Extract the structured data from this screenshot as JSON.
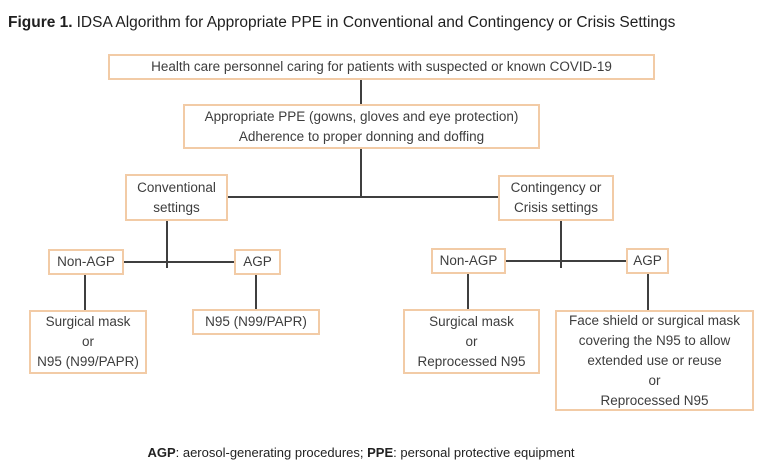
{
  "title": {
    "prefix": "Figure 1.",
    "text": "IDSA Algorithm for Appropriate PPE in Conventional and Contingency or Crisis Settings"
  },
  "flowchart": {
    "root": "Health care personnel caring for patients with suspected or known COVID-19",
    "ppe": "Appropriate PPE (gowns, gloves and eye protection)\nAdherence to proper donning and doffing",
    "conventional": "Conventional\nsettings",
    "contingency": "Contingency or\nCrisis settings",
    "conv_non_agp": "Non-AGP",
    "conv_agp": "AGP",
    "cont_non_agp": "Non-AGP",
    "cont_agp": "AGP",
    "conv_non_agp_result": "Surgical mask\nor\nN95 (N99/PAPR)",
    "conv_agp_result": "N95 (N99/PAPR)",
    "cont_non_agp_result": "Surgical mask\nor\nReprocessed N95",
    "cont_agp_result": "Face shield or surgical mask\ncovering the N95 to allow\nextended use or reuse\nor\nReprocessed N95"
  },
  "footnote": {
    "agp_abbr": "AGP",
    "agp_text": ": aerosol-generating procedures; ",
    "ppe_abbr": "PPE",
    "ppe_text": ": personal protective equipment"
  },
  "colors": {
    "box_border": "#f2cba6",
    "connector_line": "#3f3f3f",
    "text": "#3d3d3d"
  }
}
